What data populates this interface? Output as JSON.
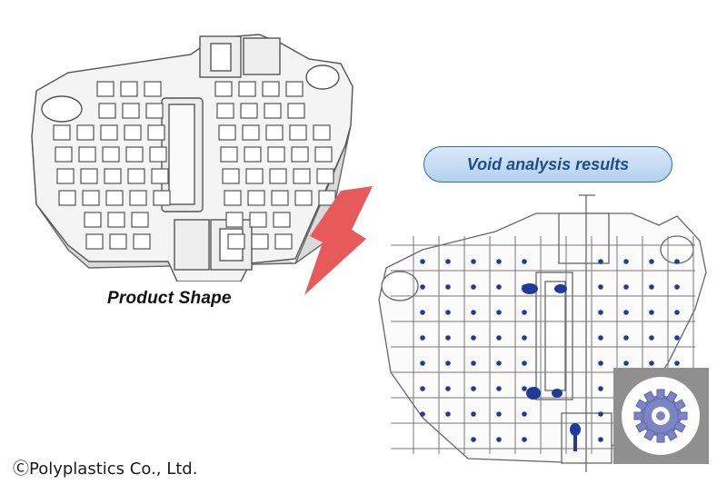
{
  "product_caption": "Product Shape",
  "void_badge": "Void analysis results",
  "copyright": "ⒸPolyplastics Co., Ltd.",
  "colors": {
    "arrow": "#e65a5a",
    "void_marks": "#1f3a9a",
    "badge_fill": "#c6dcf3",
    "badge_border": "#2d6da8",
    "badge_text": "#1f4e86",
    "part_outline": "#555555"
  },
  "icons": {
    "arrow": "diagonal-arrow-down-left",
    "gear": "gear-icon"
  }
}
